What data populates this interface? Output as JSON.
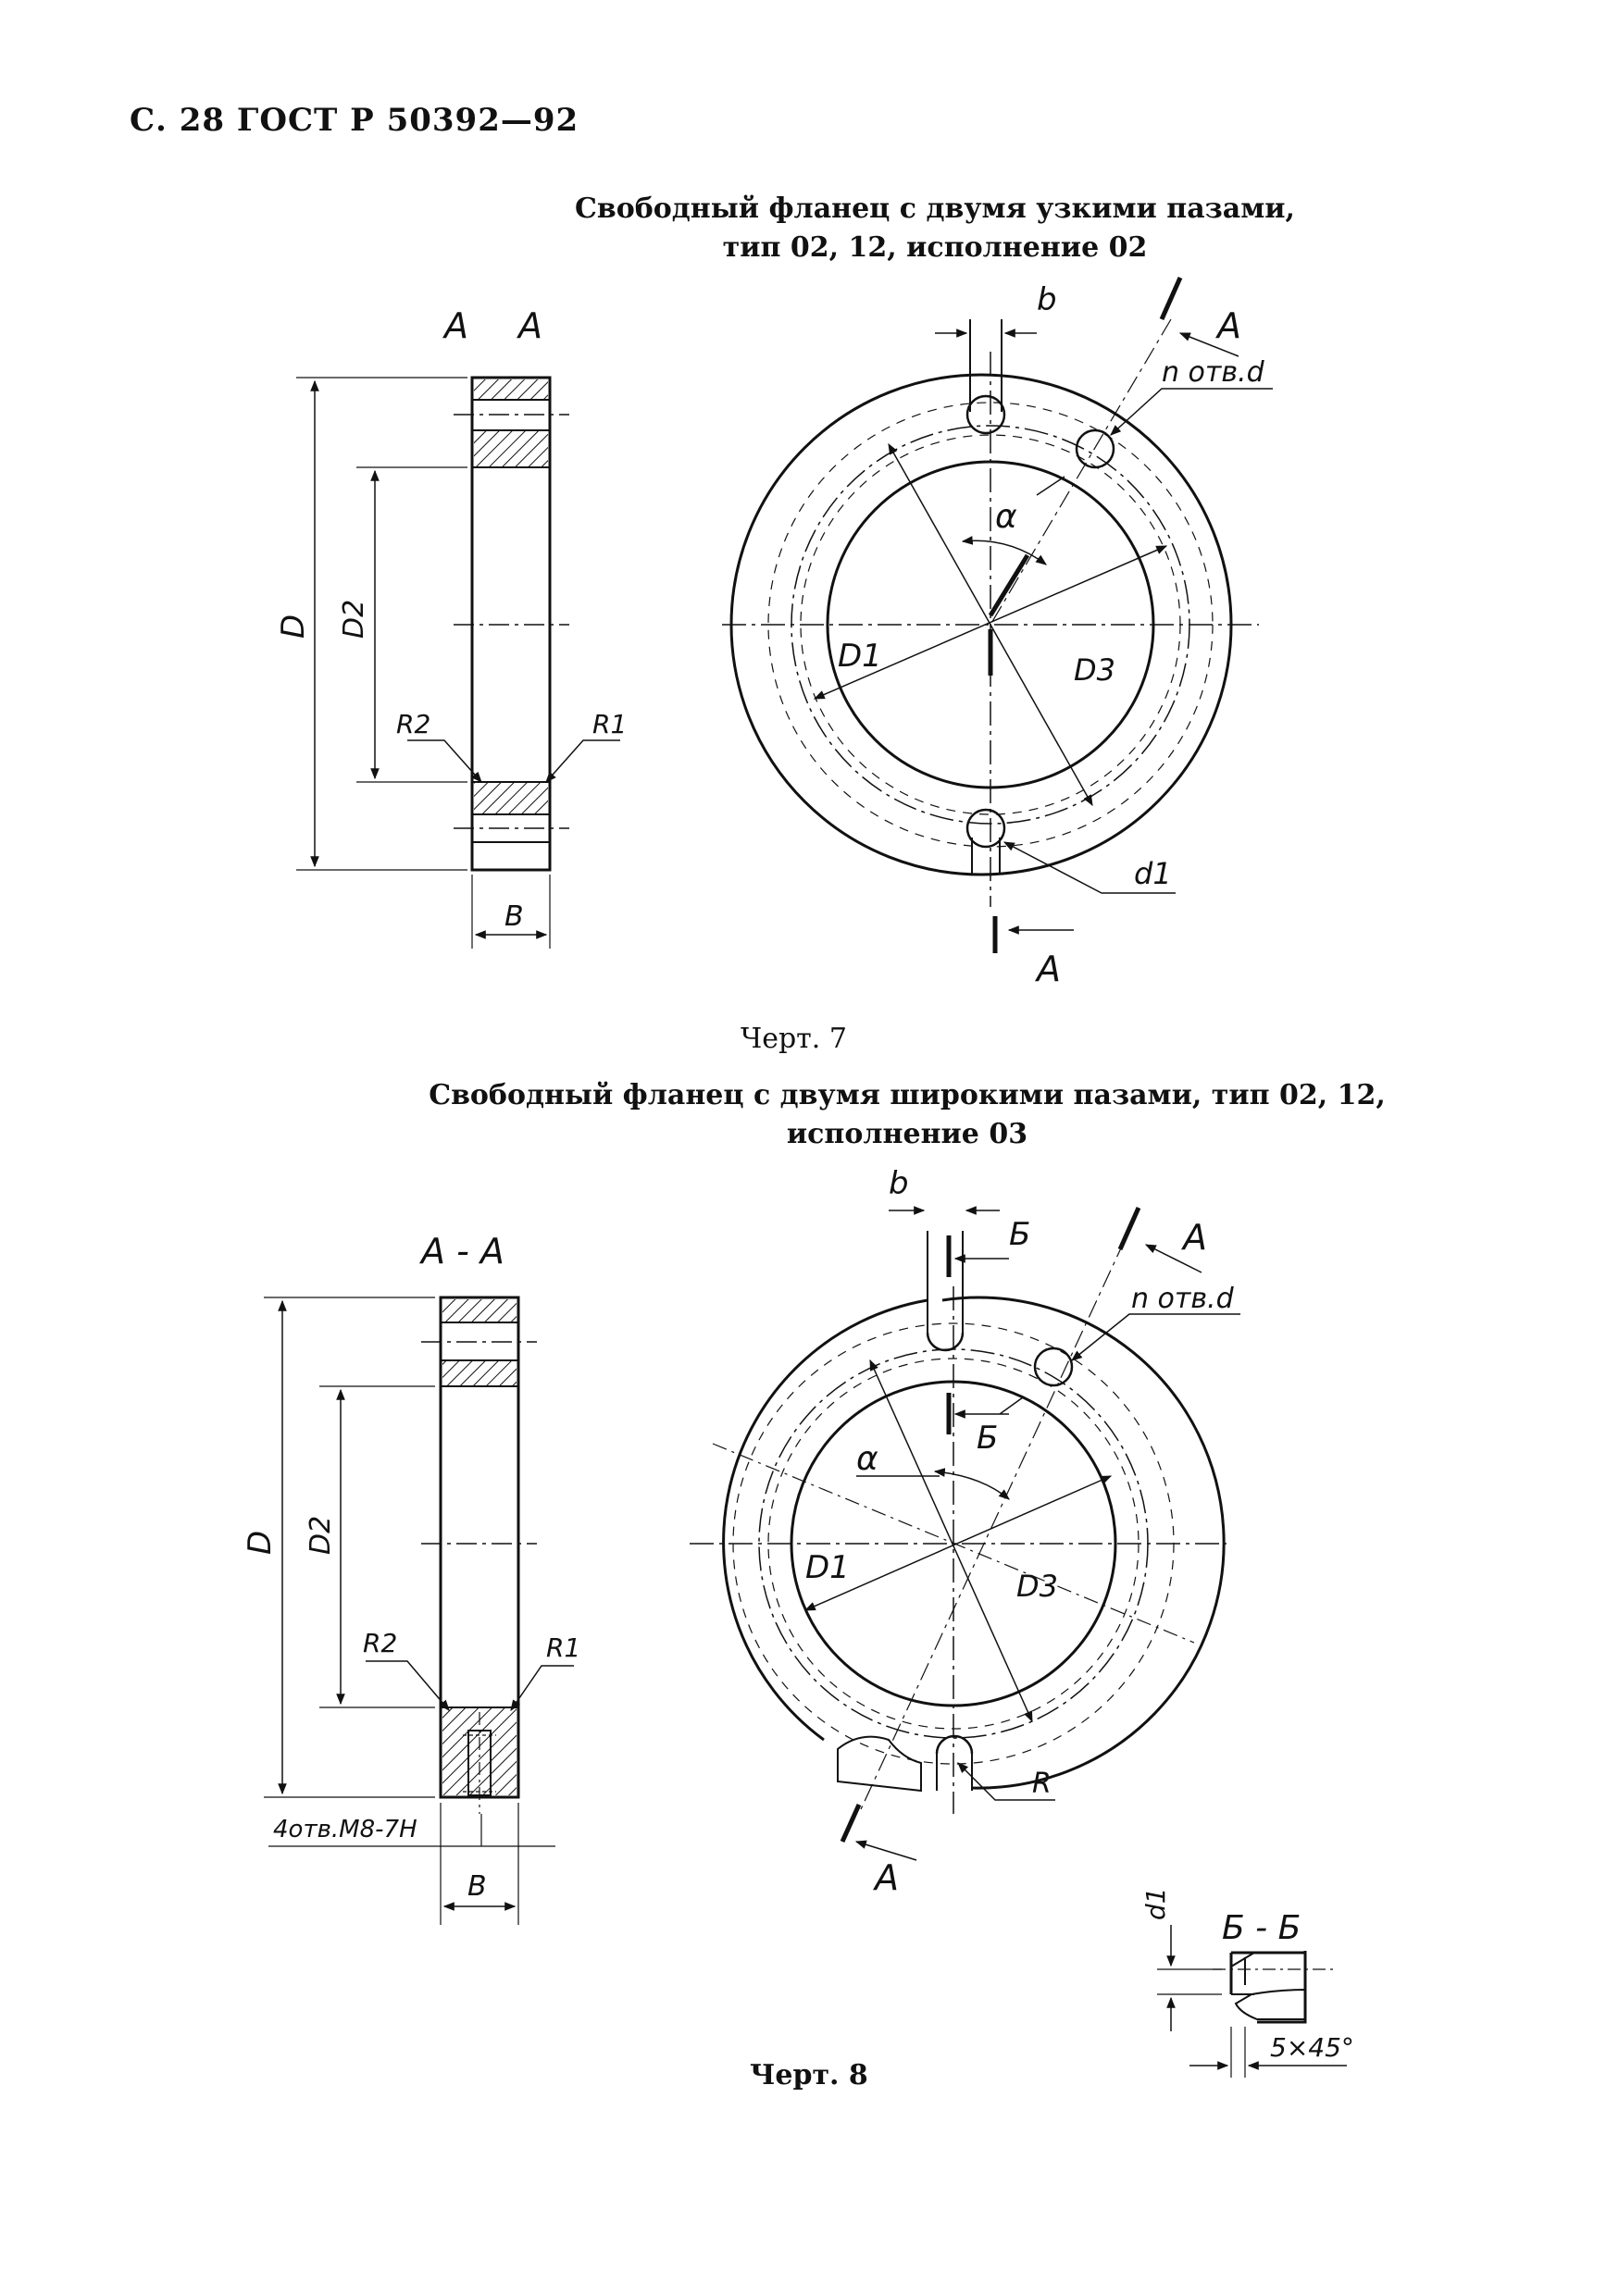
{
  "header": {
    "page_ref": "С. 28 ГОСТ Р 50392—92"
  },
  "fig7": {
    "title_line1": "Свободный фланец с двумя узкими пазами,",
    "title_line2": "тип 02, 12, исполнение 02",
    "caption": "Черт. 7",
    "labels": {
      "section_left": "А",
      "section_right": "А",
      "D": "D",
      "D2": "D2",
      "R2": "R2",
      "R1": "R1",
      "B": "B",
      "b": "b",
      "A_top": "А",
      "holes": "n отв.d",
      "alpha": "α",
      "D1": "D1",
      "D3": "D3",
      "d1": "d1",
      "A_bottom": "А"
    }
  },
  "fig8": {
    "title_line1": "Свободный фланец с двумя широкими пазами, тип 02, 12,",
    "title_line2": "исполнение 03",
    "caption": "Черт. 8",
    "labels": {
      "section": "А - А",
      "D": "D",
      "D2": "D2",
      "R2": "R2",
      "R1": "R1",
      "threads": "4отв.М8-7Н",
      "B": "B",
      "b": "b",
      "B_sec_top": "Б",
      "A_top": "А",
      "holes": "n отв.d",
      "B_sec_mid": "Б",
      "alpha": "α",
      "D1": "D1",
      "D3": "D3",
      "R": "R",
      "A_bottom": "А",
      "detail_title": "Б - Б",
      "d1": "d1",
      "chamfer": "5×45°"
    }
  }
}
